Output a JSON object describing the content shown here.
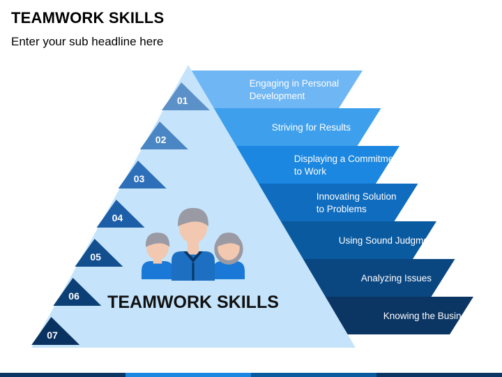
{
  "header": {
    "title": "TEAMWORK SKILLS",
    "subtitle": "Enter your sub headline here"
  },
  "center_label": "TEAMWORK SKILLS",
  "center_icon": "team-people-icon",
  "steps": [
    {
      "number": "01",
      "label_lines": [
        "Engaging in Personal",
        "Development"
      ],
      "color": "#6fb6f4"
    },
    {
      "number": "02",
      "label_lines": [
        "Striving for Results"
      ],
      "color": "#3ea0ec"
    },
    {
      "number": "03",
      "label_lines": [
        "Displaying a Commitment",
        "to Work"
      ],
      "color": "#1b87e0"
    },
    {
      "number": "04",
      "label_lines": [
        "Innovating Solution",
        "to Problems"
      ],
      "color": "#0f6cbf"
    },
    {
      "number": "05",
      "label_lines": [
        "Using Sound Judgment"
      ],
      "color": "#0a5aa0"
    },
    {
      "number": "06",
      "label_lines": [
        "Analyzing Issues"
      ],
      "color": "#0a4680"
    },
    {
      "number": "07",
      "label_lines": [
        "Knowing the Business"
      ],
      "color": "#0b3563"
    }
  ],
  "theme": {
    "pyramid_fill": "#c5e4fb",
    "tab_colors": [
      "#5b90c8",
      "#4a86c3",
      "#2d6fb8",
      "#1d5ea8",
      "#134f8f",
      "#0c3f75",
      "#0a3260"
    ],
    "person_main": "#1d6fc2",
    "person_side": "#1a79d6",
    "skin": "#f2c8b0",
    "hair": "#9a9aa4",
    "bottom_bar": [
      "#0b3563",
      "#1b87e0",
      "#0a5aa0",
      "#0b3563"
    ]
  }
}
